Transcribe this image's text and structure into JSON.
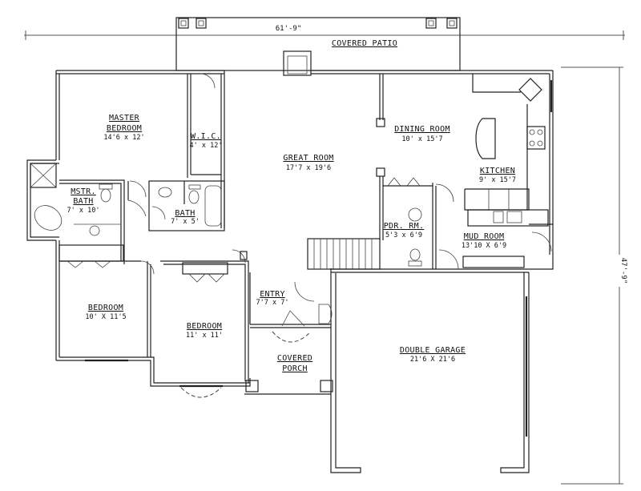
{
  "plan": {
    "overall_width": "61'-9\"",
    "overall_depth": "47'-9\""
  },
  "rooms": {
    "covered_patio": {
      "name": "COVERED PATIO"
    },
    "master_bedroom": {
      "name1": "MASTER",
      "name2": "BEDROOM",
      "size": "14'6 x 12'"
    },
    "wic": {
      "name": "W.I.C.",
      "size": "4' x 12'"
    },
    "great_room": {
      "name": "GREAT ROOM",
      "size": "17'7 x 19'6"
    },
    "dining_room": {
      "name": "DINING ROOM",
      "size": "10' x 15'7"
    },
    "kitchen": {
      "name": "KITCHEN",
      "size": "9' x 15'7"
    },
    "mstr_bath": {
      "name1": "MSTR.",
      "name2": "BATH",
      "size": "7' x 10'"
    },
    "bath": {
      "name": "BATH",
      "size": "7' x 5'"
    },
    "pdr_rm": {
      "name": "PDR. RM.",
      "size": "5'3 x 6'9"
    },
    "mud_room": {
      "name": "MUD ROOM",
      "size": "13'10 X 6'9"
    },
    "bedroom_1": {
      "name": "BEDROOM",
      "size": "10' X 11'5"
    },
    "bedroom_2": {
      "name": "BEDROOM",
      "size": "11' x 11'"
    },
    "entry": {
      "name": "ENTRY",
      "size": "7'7 x 7'"
    },
    "covered_porch": {
      "name1": "COVERED",
      "name2": "PORCH"
    },
    "double_garage": {
      "name": "DOUBLE GARAGE",
      "size": "21'6 X 21'6"
    }
  }
}
